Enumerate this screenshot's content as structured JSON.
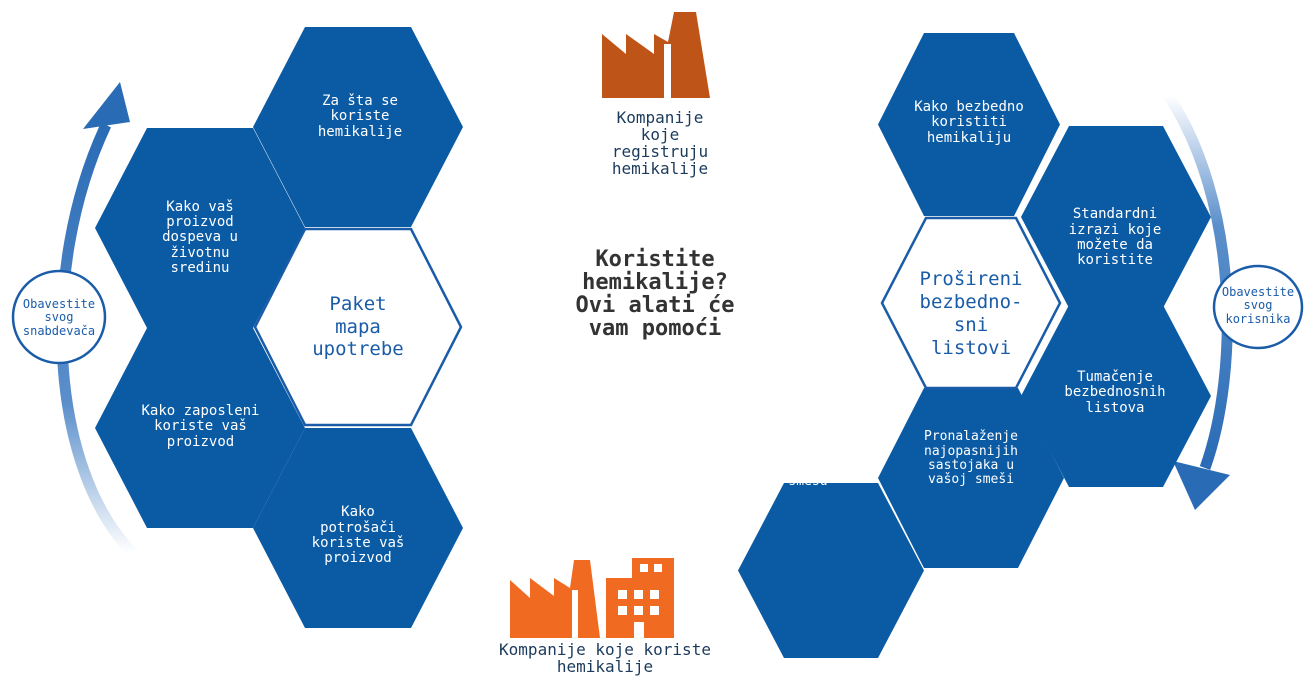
{
  "center": {
    "text": "Koristite\nhemikalije?\nOvi alati će\nvam pomoći"
  },
  "companies": {
    "registering": "Kompanije\nkoje\nregistruju\nhemikalije",
    "using": "Kompanije koje koriste\nhemikalije"
  },
  "left": {
    "main": "Paket\nmapa\nupotrebe",
    "items": [
      "Za šta se\nkoriste\nhemikalije",
      "Kako vaš\nproizvod\ndospeva u\nživotnu\nsredinu",
      "Kako zaposleni\nkoriste vaš\nproizvod",
      "Kako\npotrošači\nkoriste vaš\nproizvod"
    ],
    "circle": "Obavestite\nsvog\nsnabdevača"
  },
  "right": {
    "main": "Prošireni\nbezbedno-\nsni\nlistovi",
    "items": [
      "Kako bezbedno\nkoristiti\nhemikaliju",
      "Standardni\nizrazi koje\nmožete da\nkoristite",
      "Tumačenje\nbezbednosnih\nlistova",
      "Pronalaženje\nnajopasnijih\nsastojaka u\nvašoj smeši",
      "smešu"
    ],
    "circle": "Obavestite\nsvog\nkorisnika"
  },
  "colors": {
    "hex_blue": "#0a5aa4",
    "border_blue": "#1a5ca8",
    "factory_brown": "#bf5418",
    "factory_orange": "#f06a22"
  }
}
